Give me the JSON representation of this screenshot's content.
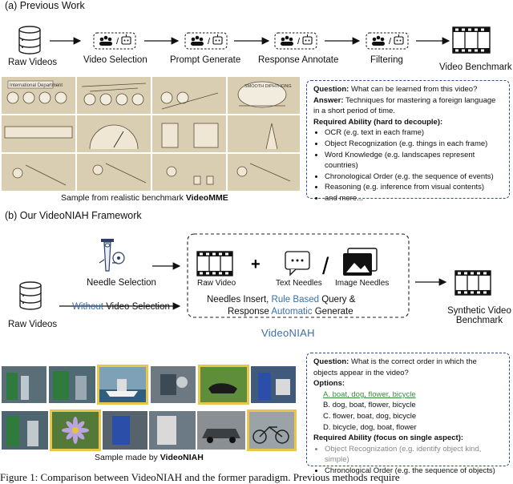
{
  "section_a": {
    "title": "(a) Previous Work",
    "pipeline": [
      "Raw Videos",
      "Video Selection",
      "Prompt Generate",
      "Response Annotate",
      "Filtering",
      "Video Benchmark"
    ],
    "panel": {
      "question_label": "Question:",
      "question": "What can be learned from this video?",
      "answer_label": "Answer:",
      "answer": "Techniques for mastering a foreign language in a short period of time.",
      "ability_label": "Required Ability (hard to decouple):",
      "abilities": [
        "OCR (e.g. text in each frame)",
        "Object Recognization (e.g. things in each frame)",
        "Word Knowledge (e.g. landscapes represent countries)",
        "Chronological Order (e.g. the sequence of events)",
        "Reasoning (e.g. inference from visual contents)",
        "and more..."
      ]
    },
    "caption_prefix": "Sample from realistic benchmark ",
    "caption_bold": "VideoMME"
  },
  "section_b": {
    "title": "(b) Our VideoNIAH Framework",
    "raw_videos": "Raw Videos",
    "needle_selection": "Needle Selection",
    "without_word": "Without",
    "without_rest": " Video Selection",
    "raw_video": "Raw Video",
    "text_needles": "Text Needles",
    "image_needles": "Image Needles",
    "op_plus": "+",
    "op_slash": "/",
    "line1_a": "Needles Insert, ",
    "line1_b": "Rule Based",
    "line1_c": " Query &",
    "line2_a": "Response ",
    "line2_b": "Automatic",
    "line2_c": " Generate",
    "framework_name": "VideoNIAH",
    "output_line1": "Synthetic Video",
    "output_line2": "Benchmark",
    "panel": {
      "question_label": "Question:",
      "question": "What is the correct order in which the objects appear in the video?",
      "options_label": "Options:",
      "options": [
        "A. boat, dog, flower, bicycle",
        "B. dog, boat, flower, bicycle",
        "C. flower, boat, dog, bicycle",
        "D. bicycle, dog, boat, flower"
      ],
      "ability_label": "Required Ability (focus on single aspect):",
      "abilities": [
        "Object Recognization (e.g. identify object kind, simple)",
        "Chronological Order (e.g. the sequence of objects)"
      ]
    },
    "caption_prefix": "Sample made by ",
    "caption_bold": "VideoNIAH"
  },
  "figure_caption": "Figure 1: Comparison between VideoNIAH and the former paradigm. Previous methods require",
  "ocr_sign_text": "International Department",
  "oval_text": "SMOOTH DIPHTHONG",
  "colors": {
    "dash": "#2d4f85",
    "blue_text": "#3a6fae",
    "highlight_frame": "#e9c64a",
    "green_option": "#3b8a3b",
    "sketch_bg": "#d9cdb2"
  }
}
